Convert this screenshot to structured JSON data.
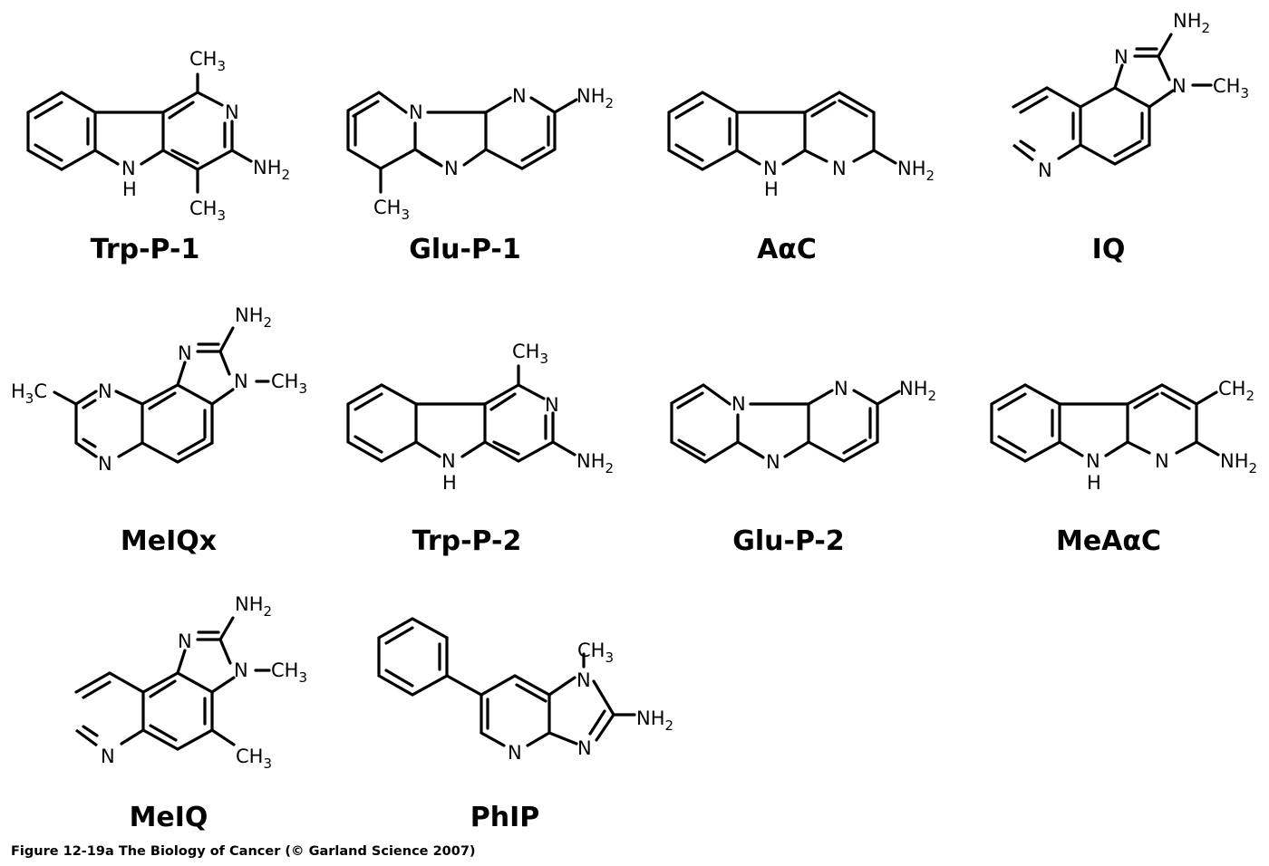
{
  "caption": "Figure 12-19a  The Biology of Cancer (© Garland Science 2007)",
  "compounds": [
    {
      "id": "trp-p-1",
      "name": "Trp-P-1",
      "labels": {
        "ch3_top": "CH3",
        "n_ring": "N",
        "nh2": "NH2",
        "nh": "N",
        "h": "H",
        "ch3_bottom": "CH3"
      }
    },
    {
      "id": "glu-p-1",
      "name": "Glu-P-1",
      "labels": {
        "n_bridge": "N",
        "n_top": "N",
        "nh2": "NH2",
        "n_bottom": "N",
        "ch3": "CH3"
      }
    },
    {
      "id": "aac",
      "name": "AαC",
      "labels": {
        "nh": "N",
        "h": "H",
        "n_ring": "N",
        "nh2": "NH2"
      }
    },
    {
      "id": "iq",
      "name": "IQ",
      "labels": {
        "nh2": "NH2",
        "n_top": "N",
        "n_methyl": "N",
        "ch3": "CH3",
        "n_quinoline": "N"
      }
    },
    {
      "id": "meiqx",
      "name": "MeIQx",
      "labels": {
        "nh2": "NH2",
        "n_imid": "N",
        "n_methyl": "N",
        "ch3": "CH3",
        "h3c": "H3C",
        "n_top": "N",
        "n_bottom": "N"
      }
    },
    {
      "id": "trp-p-2",
      "name": "Trp-P-2",
      "labels": {
        "ch3": "CH3",
        "n_ring": "N",
        "nh2": "NH2",
        "nh": "N",
        "h": "H"
      }
    },
    {
      "id": "glu-p-2",
      "name": "Glu-P-2",
      "labels": {
        "n_bridge": "N",
        "n_top": "N",
        "nh2": "NH2",
        "n_bottom": "N"
      }
    },
    {
      "id": "meaac",
      "name": "MeAαC",
      "labels": {
        "ch2": "CH2",
        "nh": "N",
        "h": "H",
        "n_ring": "N",
        "nh2": "NH2"
      }
    },
    {
      "id": "meiq",
      "name": "MeIQ",
      "labels": {
        "nh2": "NH2",
        "n_imid": "N",
        "n_methyl": "N",
        "ch3_methyl": "CH3",
        "n_quinoline": "N",
        "ch3_ring": "CH3"
      }
    },
    {
      "id": "phip",
      "name": "PhIP",
      "labels": {
        "ch3": "CH3",
        "n_methyl": "N",
        "nh2": "NH2",
        "n_pyridine": "N",
        "n_imid": "N"
      }
    }
  ]
}
